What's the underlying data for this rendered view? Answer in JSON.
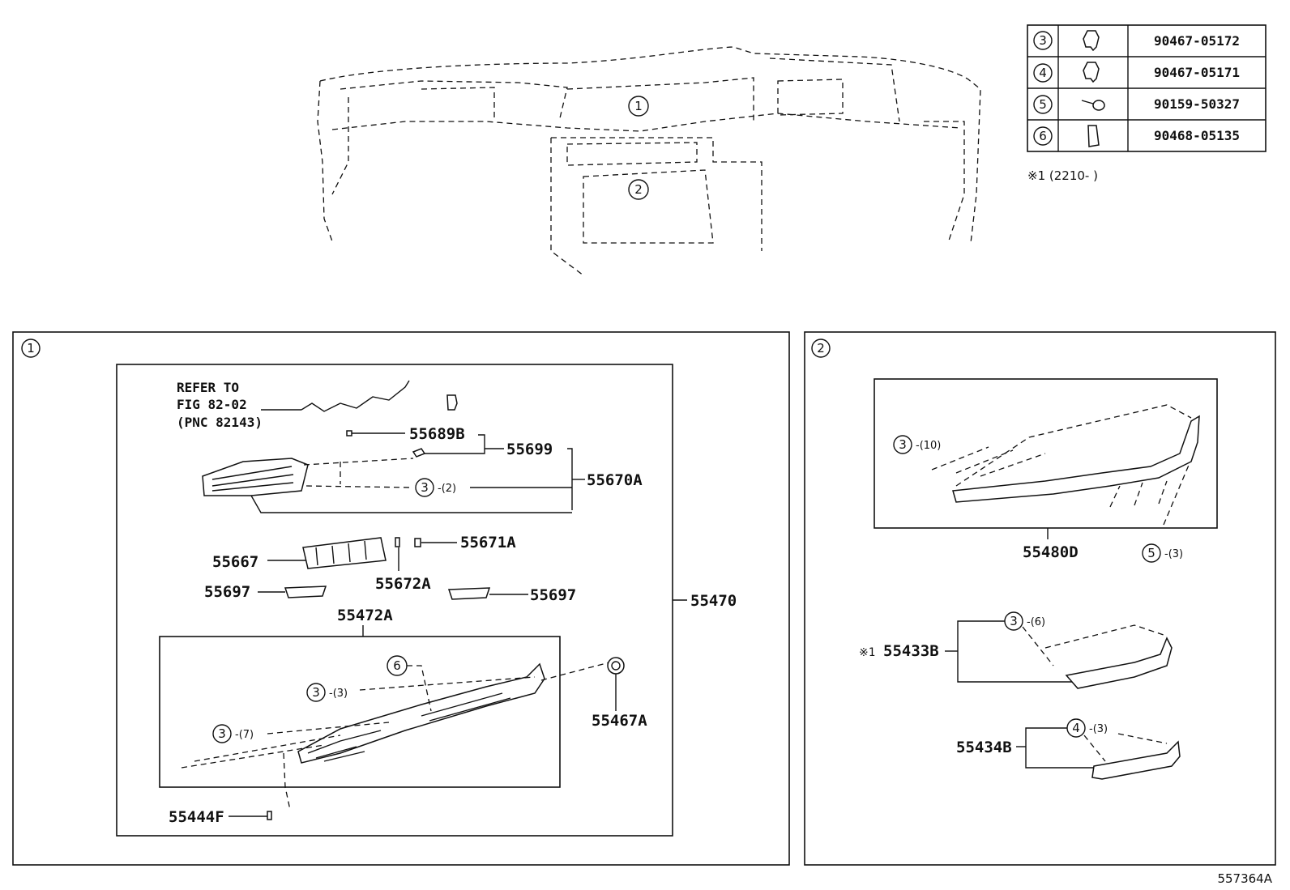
{
  "fastener_table": [
    {
      "ref": "3",
      "icon": "clip-icon",
      "part_no": "90467-05172"
    },
    {
      "ref": "4",
      "icon": "clip-icon",
      "part_no": "90467-05171"
    },
    {
      "ref": "5",
      "icon": "screw-icon",
      "part_no": "90159-50327"
    },
    {
      "ref": "6",
      "icon": "nut-clip-icon",
      "part_no": "90468-05135"
    }
  ],
  "table_note": "※1 (2210-     )",
  "overview": {
    "callout_1": "1",
    "callout_2": "2"
  },
  "panel1": {
    "section_ref": "1",
    "refer_lines": [
      "REFER TO",
      "FIG 82-02",
      "(PNC 82143)"
    ],
    "labels": {
      "p55689B": "55689B",
      "p55699": "55699",
      "p55670A": "55670A",
      "p55667": "55667",
      "p55671A": "55671A",
      "p55672A": "55672A",
      "p55697_left": "55697",
      "p55697_right": "55697",
      "p55472A": "55472A",
      "p55470": "55470",
      "p55467A": "55467A",
      "p55444F": "55444F"
    },
    "callouts": [
      {
        "ref": "3",
        "qty": "-(2)"
      },
      {
        "ref": "6",
        "qty": ""
      },
      {
        "ref": "3",
        "qty": "-(3)"
      },
      {
        "ref": "3",
        "qty": "-(7)"
      }
    ]
  },
  "panel2": {
    "section_ref": "2",
    "labels": {
      "p55480D": "55480D",
      "p55433B": "55433B",
      "p55433B_note": "※1",
      "p55434B": "55434B"
    },
    "callouts": [
      {
        "ref": "3",
        "qty": "-(10)"
      },
      {
        "ref": "5",
        "qty": "-(3)"
      },
      {
        "ref": "3",
        "qty": "-(6)"
      },
      {
        "ref": "4",
        "qty": "-(3)"
      }
    ]
  },
  "figure_id": "557364A"
}
